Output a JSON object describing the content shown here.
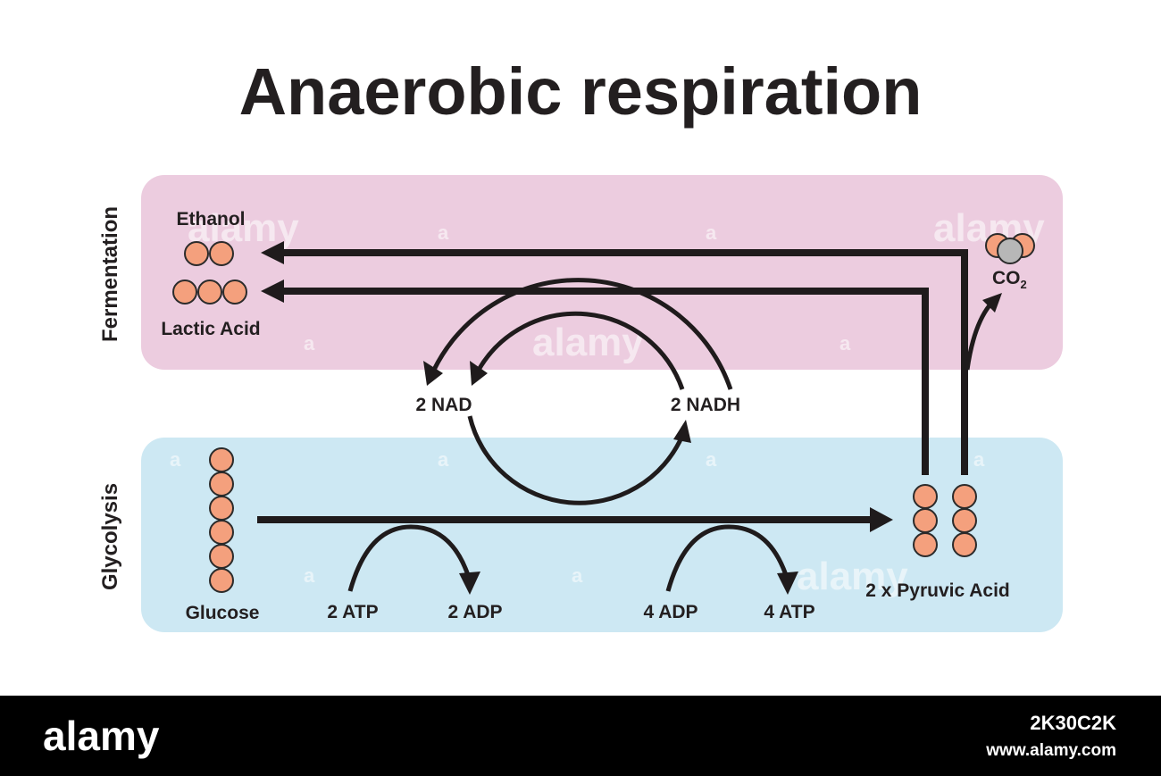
{
  "title": "Anaerobic respiration",
  "colors": {
    "fermentation_band": "#ecccdf",
    "glycolysis_band": "#cde8f3",
    "molecule_fill": "#f4a07d",
    "molecule_stroke": "#2b2b2b",
    "co2_carbon": "#b7b7b7",
    "arrow": "#1f1b1c",
    "footer": "#000000"
  },
  "sections": {
    "fermentation": "Fermentation",
    "glycolysis": "Glycolysis"
  },
  "molecules": {
    "ethanol": "Ethanol",
    "lactic_acid": "Lactic Acid",
    "co2": {
      "base": "CO",
      "subscript": "2"
    },
    "glucose": "Glucose",
    "pyruvic_acid": "2 x Pyruvic Acid"
  },
  "cofactors": {
    "nad": "2 NAD",
    "nadh": "2 NADH",
    "atp_in": "2 ATP",
    "adp_out": "2 ADP",
    "adp_in": "4 ADP",
    "atp_out": "4 ATP"
  },
  "watermark": {
    "brand": "alamy",
    "mark": "a"
  },
  "footer": {
    "brand": "alamy",
    "image_id": "2K30C2K",
    "url": "www.alamy.com"
  }
}
